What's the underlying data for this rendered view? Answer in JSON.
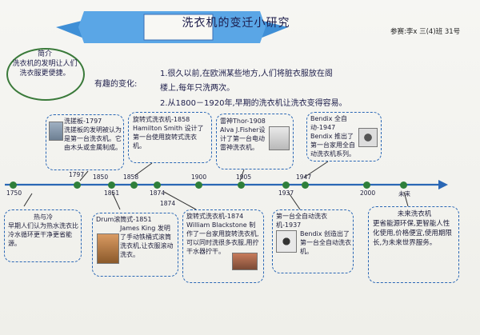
{
  "header": {
    "title": "洗衣机的变迁小研究",
    "author": "参赛:李x 三(4)班 31号"
  },
  "intro": {
    "heading": "简介",
    "text": "洗衣机的发明让人们洗衣服更便捷。"
  },
  "interesting": {
    "label": "有趣的变化:",
    "line1": "1.很久以前,在欧洲某些地方,人们将脏衣服放在阁",
    "line2": "楼上,每年只洗两次。",
    "line3": "2.从1800－1920年,早期的洗衣机让洗衣变得容易。"
  },
  "timeline": {
    "years_above": [
      "1797",
      "1850",
      "1858",
      "1874",
      "1900",
      "1905",
      "1947",
      "2000"
    ],
    "years_below": [
      "1750",
      "1851",
      "1874",
      "1937",
      "未来"
    ]
  },
  "top_cards": [
    {
      "title": "洗搓板-1797",
      "text": "洗搓板的发明被认为是第一台洗衣机。它由木头或金属制成。"
    },
    {
      "title": "旋转式洗衣机-1858",
      "text": "Hamilton Smith 设计了第一台使用旋转式洗衣机。"
    },
    {
      "title": "雷神Thor-1908",
      "text": "Alva J.Fisher设计了第一台电动雷神洗衣机。"
    },
    {
      "title": "Bendix 全自动-1947",
      "text": "Bendix 推出了第一台家用全自动洗衣机系列。"
    }
  ],
  "bottom_cards": [
    {
      "title": "热与冷",
      "text": "早期人们认为热水洗衣比冷水循环更干净更省能源。"
    },
    {
      "title": "Drum滚筒式-1851",
      "text": "James King 发明了手动铁桶式滚筒洗衣机,让衣服滚动洗衣。"
    },
    {
      "title": "旋转式洗衣机-1874",
      "text": "William Blackstone 制作了一台家用旋转洗衣机,可以同时洗很多衣服,用拧干水器拧干。"
    },
    {
      "title": "第一台全自动洗衣机-1937",
      "text": "Bendix 创造出了第一台全自动洗衣机。"
    },
    {
      "title": "未来洗衣机",
      "text": "更省能源环保,更智能人性化使用,价格便宜,使用期限长,为未来世界服务。"
    }
  ]
}
